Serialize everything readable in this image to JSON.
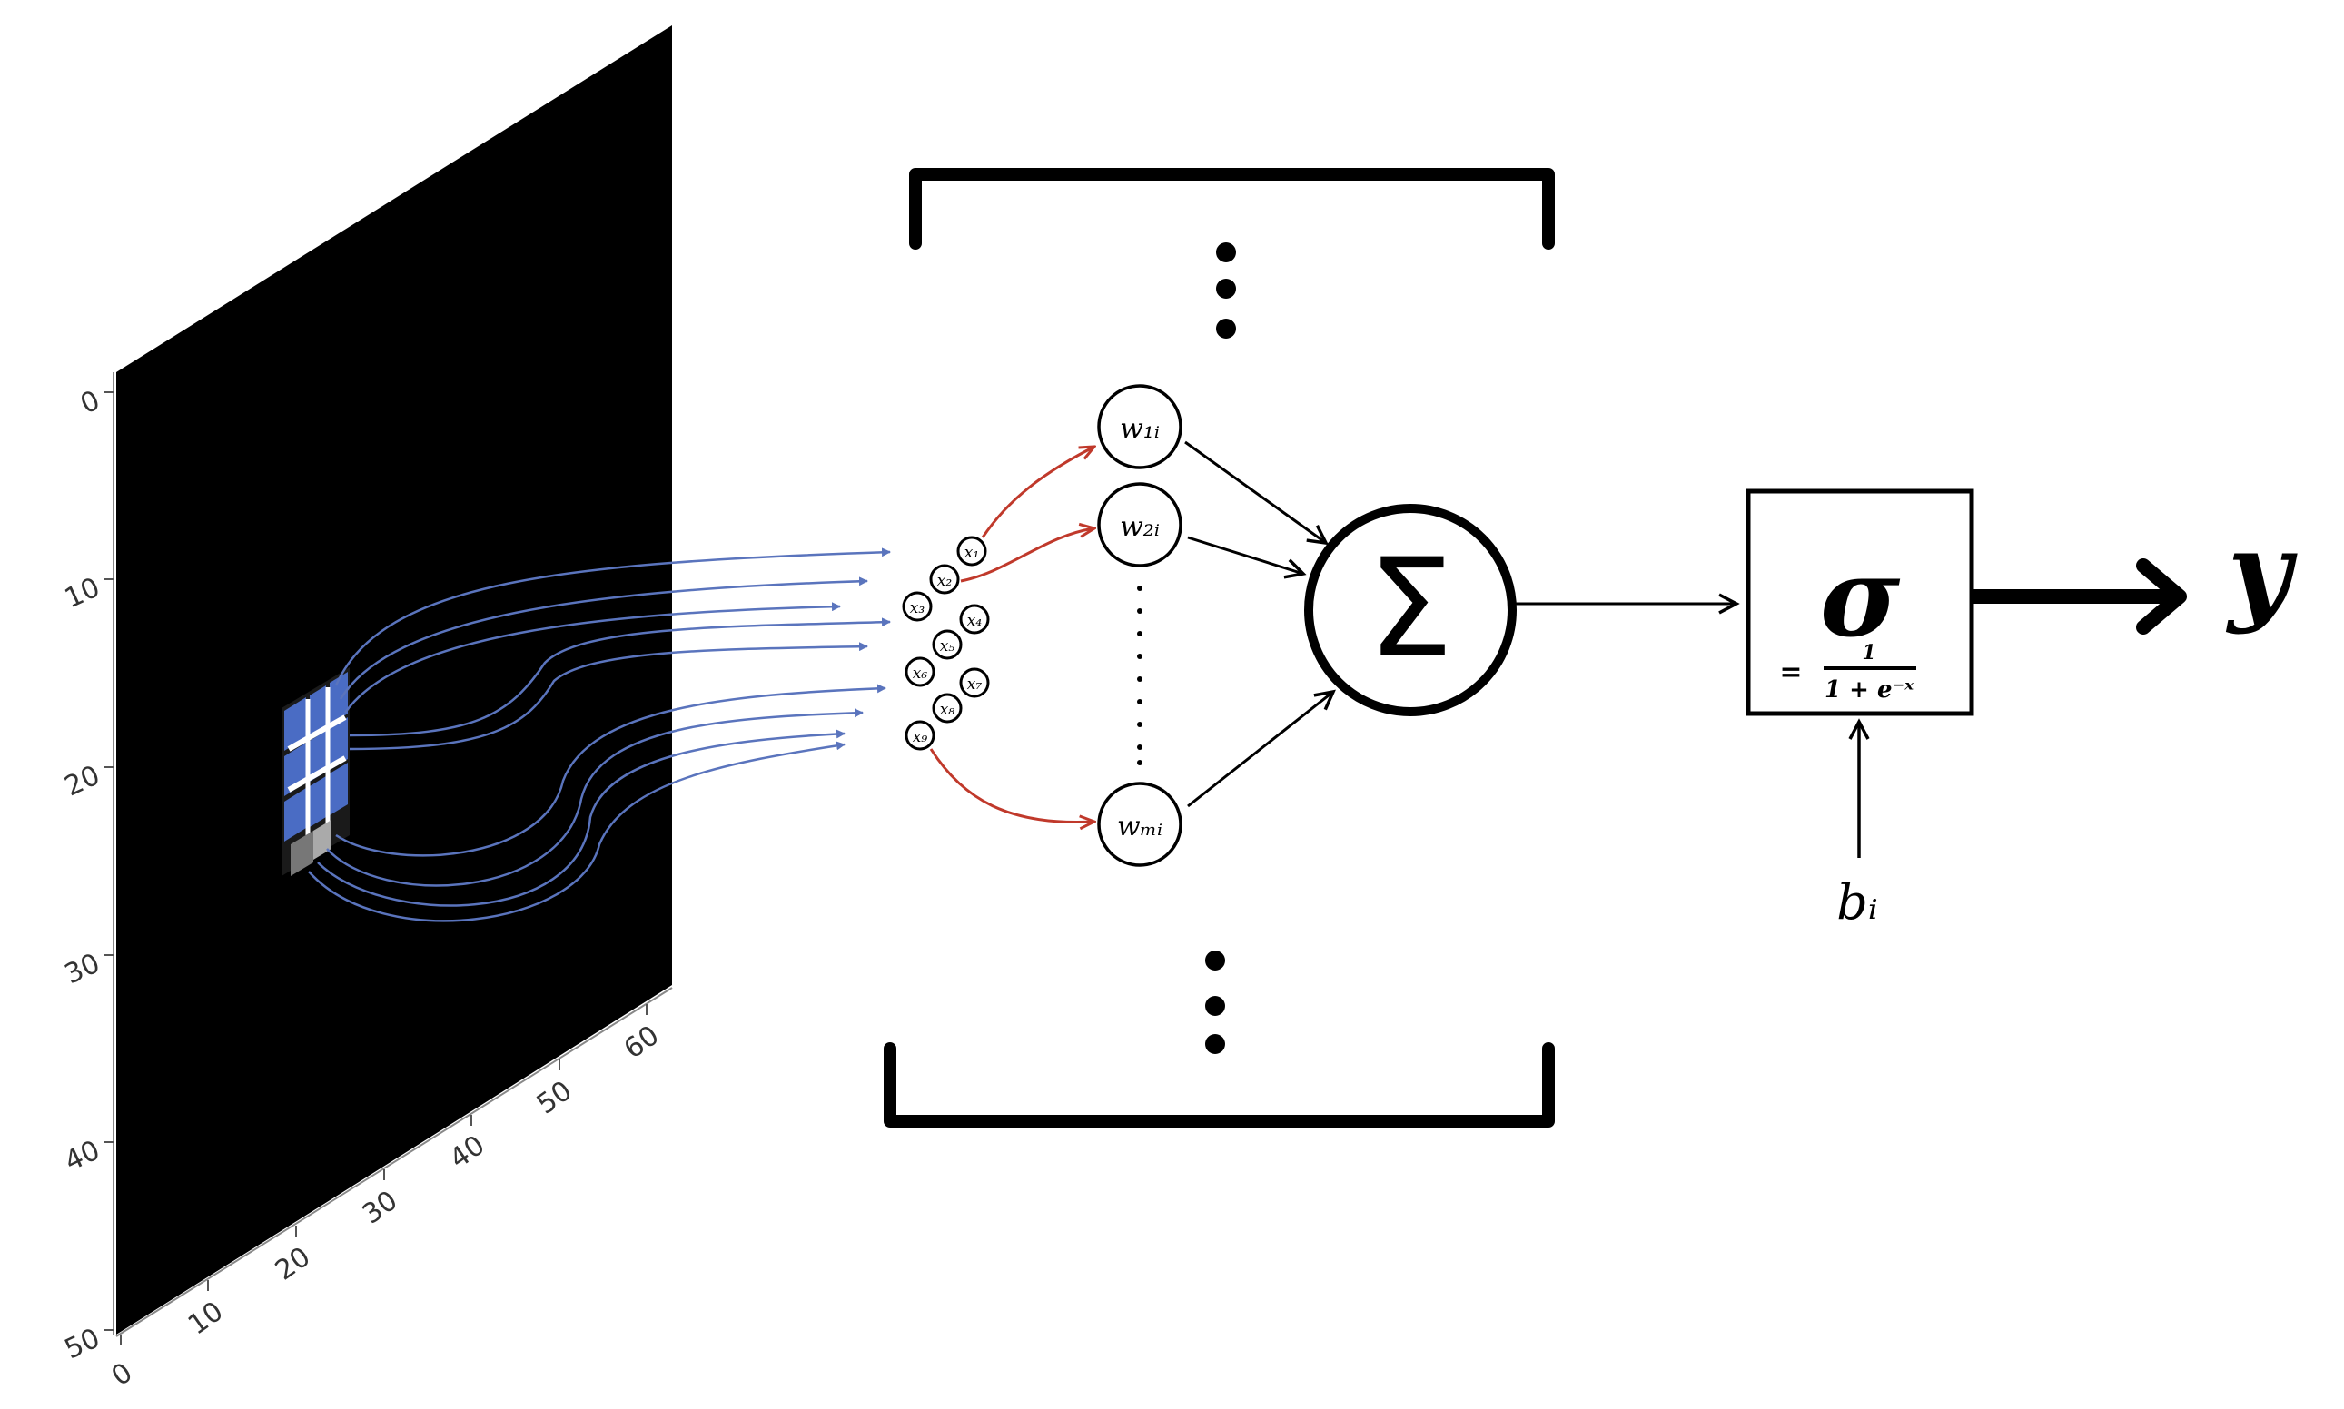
{
  "image_panel": {
    "y_ticks": [
      "0",
      "10",
      "20",
      "30",
      "40",
      "50"
    ],
    "x_ticks": [
      "0",
      "10",
      "20",
      "30",
      "40",
      "50",
      "60"
    ]
  },
  "inputs": {
    "labels": [
      "x₁",
      "x₂",
      "x₃",
      "x₄",
      "x₅",
      "x₆",
      "x₇",
      "x₈",
      "x₉"
    ]
  },
  "weights": {
    "top": "w₁ᵢ",
    "second": "w₂ᵢ",
    "last": "wₘᵢ"
  },
  "summation": {
    "symbol": "Σ"
  },
  "activation": {
    "symbol": "σ",
    "equals": "=",
    "numerator": "1",
    "denominator": "1 + e⁻ˣ"
  },
  "bias": {
    "label": "bᵢ"
  },
  "output": {
    "label": "y"
  },
  "colors": {
    "input_arrows": "#5a74bd",
    "weight_arrows": "#c0392b",
    "ink": "#000000",
    "image_background": "#000000",
    "patch_highlight": "#4a6cc4"
  }
}
